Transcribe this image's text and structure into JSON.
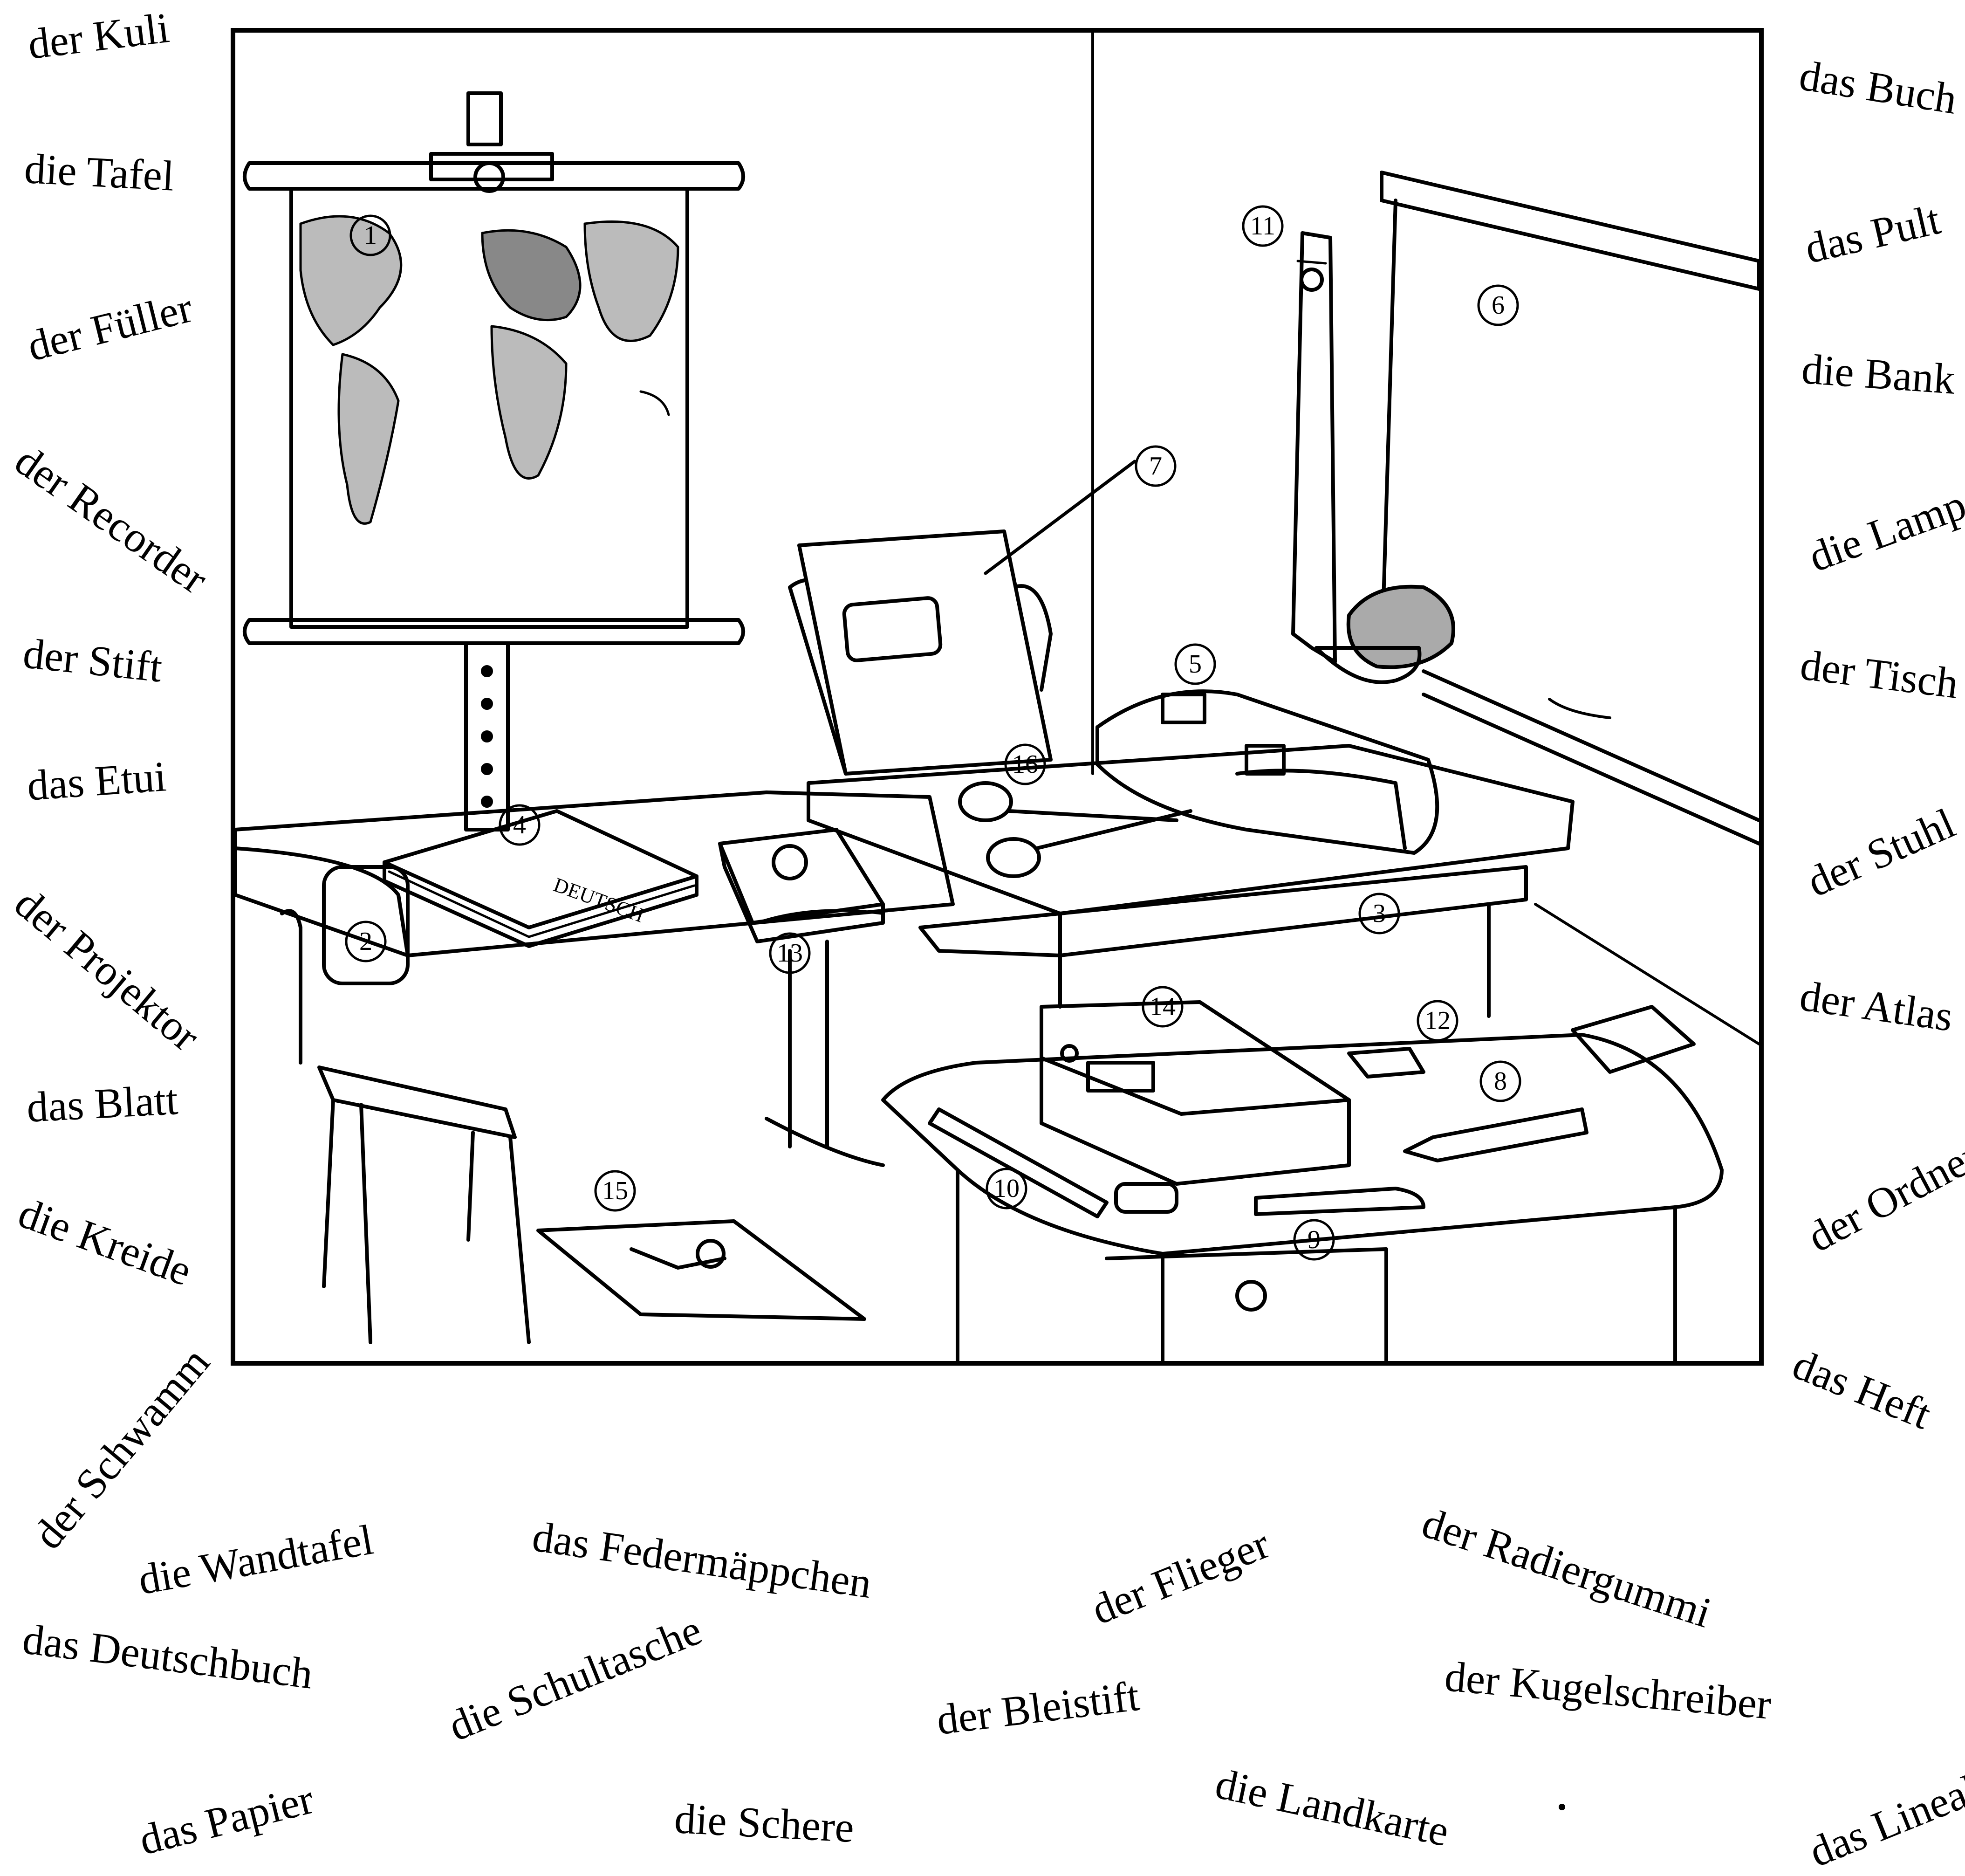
{
  "vocabulary": {
    "left": [
      "der Kuli",
      "die Tafel",
      "der Füller",
      "der Recorder",
      "der Stift",
      "das Etui",
      "der Projektor",
      "das Blatt",
      "die Kreide",
      "der Schwamm"
    ],
    "right": [
      "das Buch",
      "das Pult",
      "die Bank",
      "die Lampe",
      "der Tisch",
      "der Stuhl",
      "der Atlas",
      "der Ordner",
      "das Heft",
      "das Lineal"
    ],
    "bottom": [
      "die Wandtafel",
      "das Federmäppchen",
      "der Flieger",
      "der Radiergummi",
      "das Deutschbuch",
      "die Schultasche",
      "der Bleistift",
      "der Kugelschreiber",
      "das Papier",
      "die Schere",
      "die Landkarte"
    ]
  },
  "scene": {
    "numbers": [
      "1",
      "2",
      "3",
      "4",
      "5",
      "6",
      "7",
      "8",
      "9",
      "10",
      "11",
      "12",
      "13",
      "14",
      "15",
      "16"
    ],
    "book_spine_text": "DEUTSCH"
  }
}
